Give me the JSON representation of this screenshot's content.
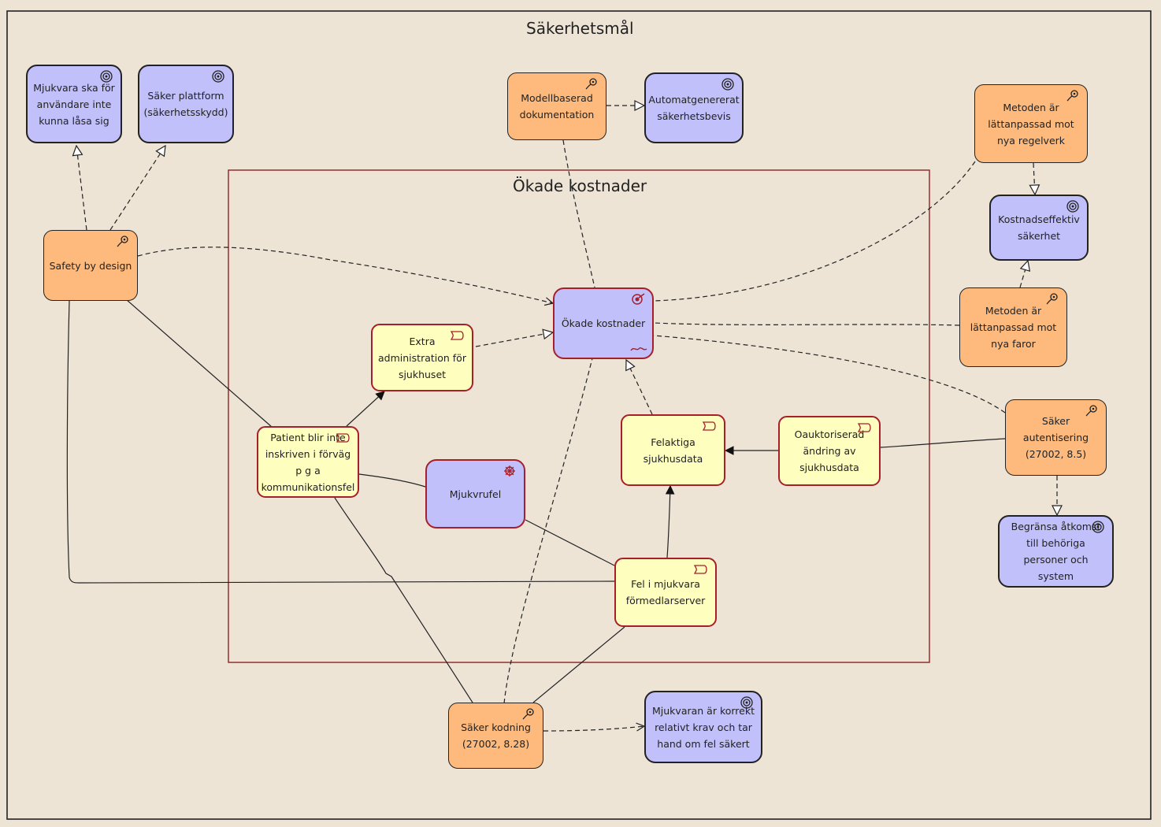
{
  "diagram": {
    "outer_title": "Säkerhetsmål",
    "inner_title": "Ökade kostnader",
    "colors": {
      "background": "#ede4d6",
      "goal": "#c1c0fb",
      "course_of_action": "#fdba7c",
      "event": "#fefebe",
      "risk_border": "#a5202a"
    },
    "nodes": {
      "mjukvara_las": {
        "text": "Mjukvara ska för användare inte kunna låsa sig",
        "icon": "goal-icon"
      },
      "saker_plattform": {
        "text": "Säker plattform (säkerhetsskydd)",
        "icon": "goal-icon"
      },
      "modellbaserad": {
        "text": "Modellbaserad dokumentation",
        "icon": "course-of-action-icon"
      },
      "automatgenererat": {
        "text": "Automatgenererat säkerhetsbevis",
        "icon": "goal-icon"
      },
      "metoden_regelverk": {
        "text": "Metoden är lättanpassad mot nya regelverk",
        "icon": "course-of-action-icon"
      },
      "kostnadseffektiv": {
        "text": "Kostnadseffektiv säkerhet",
        "icon": "goal-icon"
      },
      "metoden_faror": {
        "text": "Metoden är lättanpassad mot nya  faror",
        "icon": "course-of-action-icon"
      },
      "safety_by_design": {
        "text": "Safety by design",
        "icon": "course-of-action-icon"
      },
      "okade_kostnader": {
        "text": "Ökade kostnader",
        "icon": "assessment-icon"
      },
      "extra_admin": {
        "text": "Extra administration för sjukhuset",
        "icon": "event-icon"
      },
      "patient_inskriven": {
        "text": "Patient blir inte inskriven i förväg p g a kommunikationsfel",
        "icon": "event-icon"
      },
      "mjukvrufel": {
        "text": "Mjukvrufel",
        "icon": "driver-icon"
      },
      "felaktiga": {
        "text": "Felaktiga sjukhusdata",
        "icon": "event-icon"
      },
      "oauktoriserad": {
        "text": "Oauktoriserad ändring av sjukhusdata",
        "icon": "event-icon"
      },
      "saker_autentisering": {
        "text": "Säker autentisering (27002, 8.5)",
        "icon": "course-of-action-icon"
      },
      "begransa": {
        "text": "Begränsa åtkomst till behöriga personer och system",
        "icon": "goal-icon"
      },
      "fel_mjukvara": {
        "text": "Fel i mjukvara förmedlarserver",
        "icon": "event-icon"
      },
      "saker_kodning": {
        "text": "Säker kodning (27002, 8.28)",
        "icon": "course-of-action-icon"
      },
      "mjukvaran_korrekt": {
        "text": "Mjukvaran är korrekt relativt krav och tar hand om fel säkert",
        "icon": "goal-icon"
      }
    }
  }
}
